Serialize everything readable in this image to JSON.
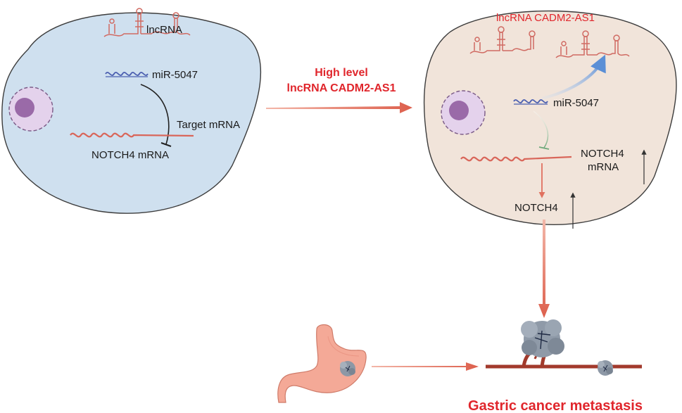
{
  "left_cell": {
    "lncrna_label": "lncRNA",
    "mirna_label": "miR-5047",
    "target_label": "Target mRNA",
    "mrna_label": "NOTCH4 mRNA"
  },
  "transition": {
    "line1": "High level",
    "line2": "lncRNA CADM2-AS1"
  },
  "right_cell": {
    "title": "lncRNA CADM2-AS1",
    "mirna_label": "miR-5047",
    "mrna_label_line1": "NOTCH4",
    "mrna_label_line2": "mRNA",
    "protein_label": "NOTCH4"
  },
  "bottom": {
    "outcome": "Gastric cancer metastasis"
  },
  "colors": {
    "left_cell_fill": "#cfe0ef",
    "right_cell_fill": "#f1e4da",
    "cell_stroke": "#3d3d3d",
    "rna_red": "#d9665a",
    "mirna_blue": "#4b5fb0",
    "arrow_red": "#e0715f",
    "label_red": "#e0262c",
    "nucleus_purple": "#9a6aa8",
    "cell_purple": "#e4d2ec"
  }
}
